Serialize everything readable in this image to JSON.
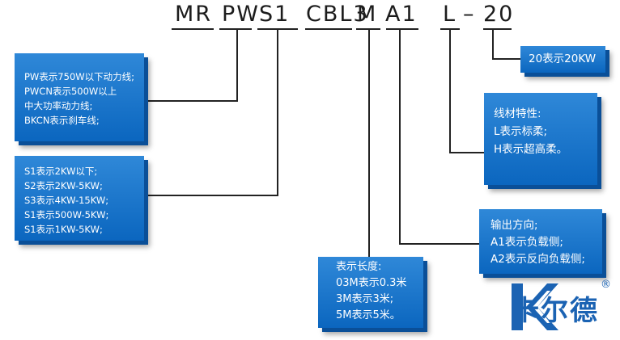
{
  "code": {
    "mr": "MR",
    "pw": "PW",
    "s1": "S1",
    "cbl3": "CBL3",
    "m": "M",
    "a1": "A1",
    "l": "L",
    "dash": "–",
    "twenty": "20"
  },
  "boxes": {
    "cable_type": [
      "PW表示750W以下动力线;",
      "PWCN表示500W以上",
      "中大功率动力线;",
      "BKCN表示刹车线;"
    ],
    "power": [
      "S1表示2KW以下;",
      "S2表示2KW-5KW;",
      "S3表示4KW-15KW;",
      "S1表示500W-5KW;",
      "S1表示1KW-5KW;"
    ],
    "length": [
      "表示长度:",
      "03M表示0.3米",
      "3M表示3米;",
      "5M表示5米。"
    ],
    "direction": [
      "输出方向;",
      "A1表示负载侧;",
      "A2表示反向负载侧;"
    ],
    "material": [
      "线材特性:",
      "L表示标柔;",
      "H表示超高柔。"
    ],
    "rating": [
      "20表示20KW"
    ]
  },
  "logo": {
    "name": "卡尔德",
    "registered": "®",
    "icon": "kaerde-k-logo-icon",
    "color": "#1b63b3"
  },
  "colors": {
    "box_blue": "#0b66bf",
    "box_shadow": "#0a4f98",
    "line": "#222222"
  }
}
